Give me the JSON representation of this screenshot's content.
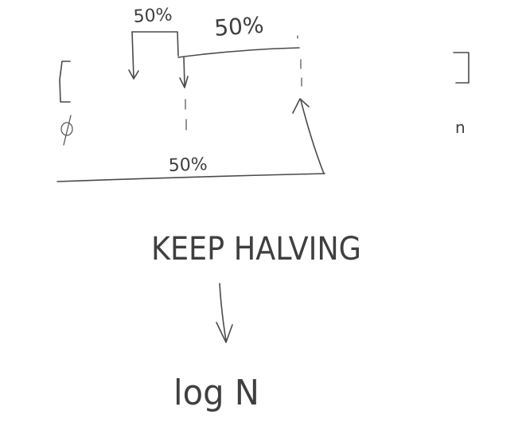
{
  "diagram": {
    "labels": {
      "top_left_percent": "50%",
      "top_right_percent": "50%",
      "bottom_percent": "50%",
      "left_bound": "0",
      "right_bound": "n"
    },
    "caption": "KEEP HALVING",
    "result": "log N"
  }
}
